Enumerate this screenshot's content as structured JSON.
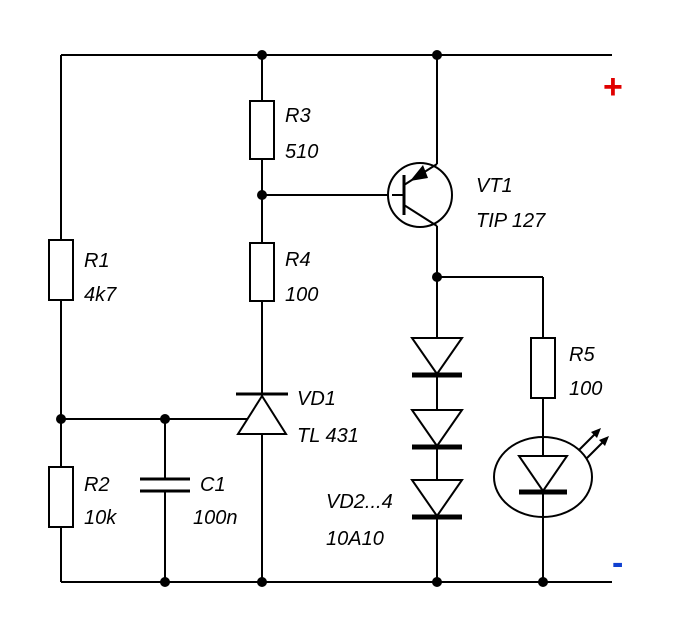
{
  "components": {
    "r1": {
      "name": "R1",
      "value": "4k7"
    },
    "r2": {
      "name": "R2",
      "value": "10k"
    },
    "r3": {
      "name": "R3",
      "value": "510"
    },
    "r4": {
      "name": "R4",
      "value": "100"
    },
    "r5": {
      "name": "R5",
      "value": "100"
    },
    "c1": {
      "name": "C1",
      "value": "100n"
    },
    "vd1": {
      "name": "VD1",
      "value": "TL 431"
    },
    "vt1": {
      "name": "VT1",
      "value": "TIP 127"
    },
    "vd2_4": {
      "name": "VD2...4",
      "value": "10A10"
    }
  },
  "terminals": {
    "plus": {
      "label": "+",
      "color": "#e00000"
    },
    "minus": {
      "label": "-",
      "color": "#1040d0"
    }
  },
  "colors": {
    "line": "#000000",
    "background": "#ffffff"
  }
}
